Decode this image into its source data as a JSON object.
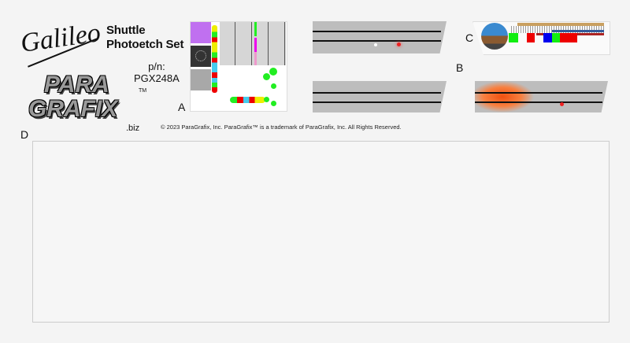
{
  "brand": {
    "script_logo": "Galileo",
    "company_logo_line1": "PARA",
    "company_logo_line2": "GRAFIX",
    "trademark": "TM",
    "domain_suffix": ".biz"
  },
  "product": {
    "title_line1": "Shuttle",
    "title_line2": "Photoetch Set",
    "pn_label": "p/n:",
    "pn_value": "PGX248A"
  },
  "labels": {
    "a": "A",
    "b": "B",
    "c": "C",
    "d": "D"
  },
  "copyright": "© 2023 ParaGrafix, Inc.  ParaGrafix™ is a trademark of ParaGrafix, Inc. All Rights Reserved."
}
